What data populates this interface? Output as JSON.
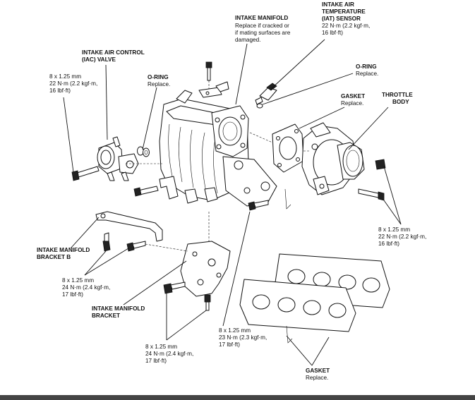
{
  "labels": {
    "intake_manifold": {
      "title": "INTAKE MANIFOLD",
      "note1": "Replace if cracked or",
      "note2": "if mating surfaces are",
      "note3": "damaged."
    },
    "iat_sensor": {
      "line1": "INTAKE AIR",
      "line2": "TEMPERATURE",
      "line3": "(IAT) SENSOR",
      "torque1": "22 N·m (2.2 kgf·m,",
      "torque2": "16 lbf·ft)"
    },
    "iac_valve": {
      "line1": "INTAKE AIR CONTROL",
      "line2": "(IAC) VALVE"
    },
    "iac_bolt": {
      "size": "8 x 1.25 mm",
      "torque1": "22 N·m (2.2 kgf·m,",
      "torque2": "16 lbf·ft)"
    },
    "oring_left": {
      "title": "O-RING",
      "note": "Replace."
    },
    "oring_right": {
      "title": "O-RING",
      "note": "Replace."
    },
    "gasket_top": {
      "title": "GASKET",
      "note": "Replace."
    },
    "throttle_body": {
      "line1": "THROTTLE",
      "line2": "BODY"
    },
    "tb_bolt": {
      "size": "8 x 1.25 mm",
      "torque1": "22 N·m (2.2 kgf·m,",
      "torque2": "16 lbf·ft)"
    },
    "bracket_b": {
      "line1": "INTAKE MANIFOLD",
      "line2": "BRACKET B"
    },
    "bracket_b_bolt": {
      "size": "8 x 1.25 mm",
      "torque1": "24 N·m (2.4 kgf·m,",
      "torque2": "17 lbf·ft)"
    },
    "bracket": {
      "line1": "INTAKE MANIFOLD",
      "line2": "BRACKET"
    },
    "bracket_bolt": {
      "size": "8 x 1.25 mm",
      "torque1": "24 N·m (2.4 kgf·m,",
      "torque2": "17 lbf·ft)"
    },
    "center_bolt": {
      "size": "8 x 1.25 mm",
      "torque1": "23 N·m (2.3 kgf·m,",
      "torque2": "17 lbf·ft)"
    },
    "gasket_bottom": {
      "title": "GASKET",
      "note": "Replace."
    }
  }
}
